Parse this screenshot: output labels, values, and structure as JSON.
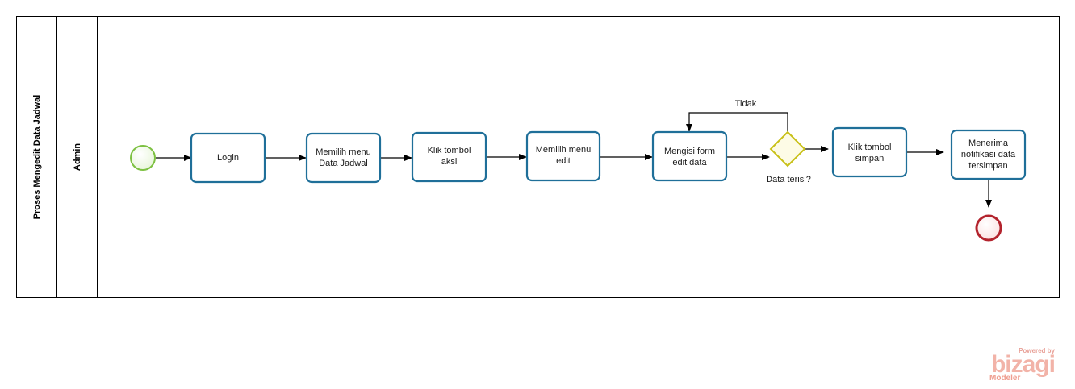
{
  "pool": {
    "title": "Proses Mengedit Data  Jadwal"
  },
  "lane": {
    "title": "Admin"
  },
  "tasks": [
    {
      "id": "login",
      "lines": [
        "Login"
      ]
    },
    {
      "id": "menu-data-jadwal",
      "lines": [
        "Memilih menu",
        "Data Jadwal"
      ]
    },
    {
      "id": "klik-aksi",
      "lines": [
        "Klik tombol",
        "aksi"
      ]
    },
    {
      "id": "menu-edit",
      "lines": [
        "Memilih menu",
        "edit"
      ]
    },
    {
      "id": "isi-form",
      "lines": [
        "Mengisi form",
        "edit data"
      ]
    },
    {
      "id": "klik-simpan",
      "lines": [
        "Klik tombol",
        "simpan"
      ]
    },
    {
      "id": "notifikasi",
      "lines": [
        "Menerima",
        "notifikasi data",
        "tersimpan"
      ]
    }
  ],
  "gateway": {
    "label": "Data terisi?"
  },
  "loop_label": "Tidak",
  "events": {
    "start": "start-event",
    "end": "end-event"
  },
  "colors": {
    "task_border": "#1f6f99",
    "start_event": "#7dc142",
    "end_event": "#b3232d",
    "gateway": "#c8c018"
  },
  "watermark": {
    "powered": "Powered by",
    "brand": "bizagi",
    "product": "Modeler"
  }
}
